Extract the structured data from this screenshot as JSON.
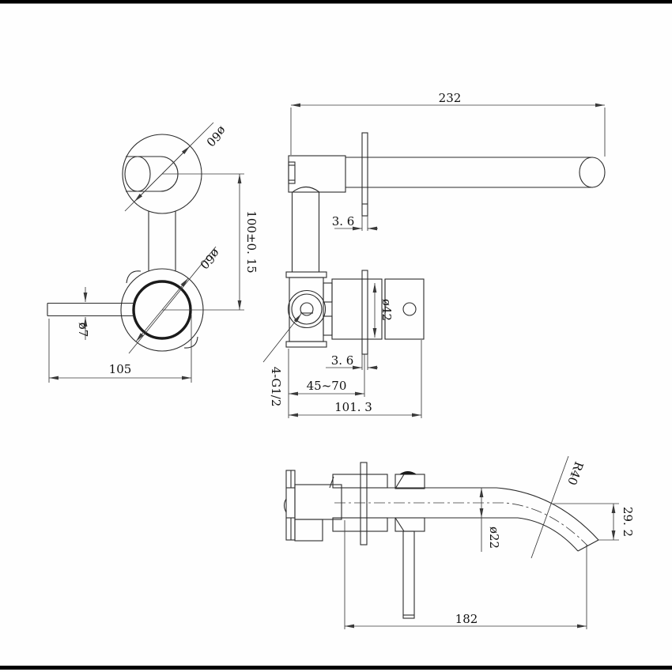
{
  "drawing": {
    "type": "technical-drawing",
    "subject": "wall-mounted basin mixer tap, three orthographic views",
    "line_color": "#2b2b2b",
    "border_color": "#000000",
    "views": {
      "front": {
        "dim_escutcheon_top": "ø60",
        "dim_escutcheon_bottom": "ø60",
        "dim_handle_rod": "ø7",
        "dim_center_distance": "100±0. 15",
        "dim_handle_length": "105"
      },
      "side": {
        "dim_spout_length": "232",
        "dim_plate_top": "3. 6",
        "dim_plate_bottom": "3. 6",
        "dim_body_dia": "ø42",
        "dim_wall_range": "45~70",
        "dim_total": "101. 3",
        "label_thread": "4-G1/2"
      },
      "spout": {
        "dim_reach": "182",
        "dim_spout_dia": "ø22",
        "dim_bend_radius": "R40",
        "dim_drop": "29. 2"
      }
    }
  }
}
